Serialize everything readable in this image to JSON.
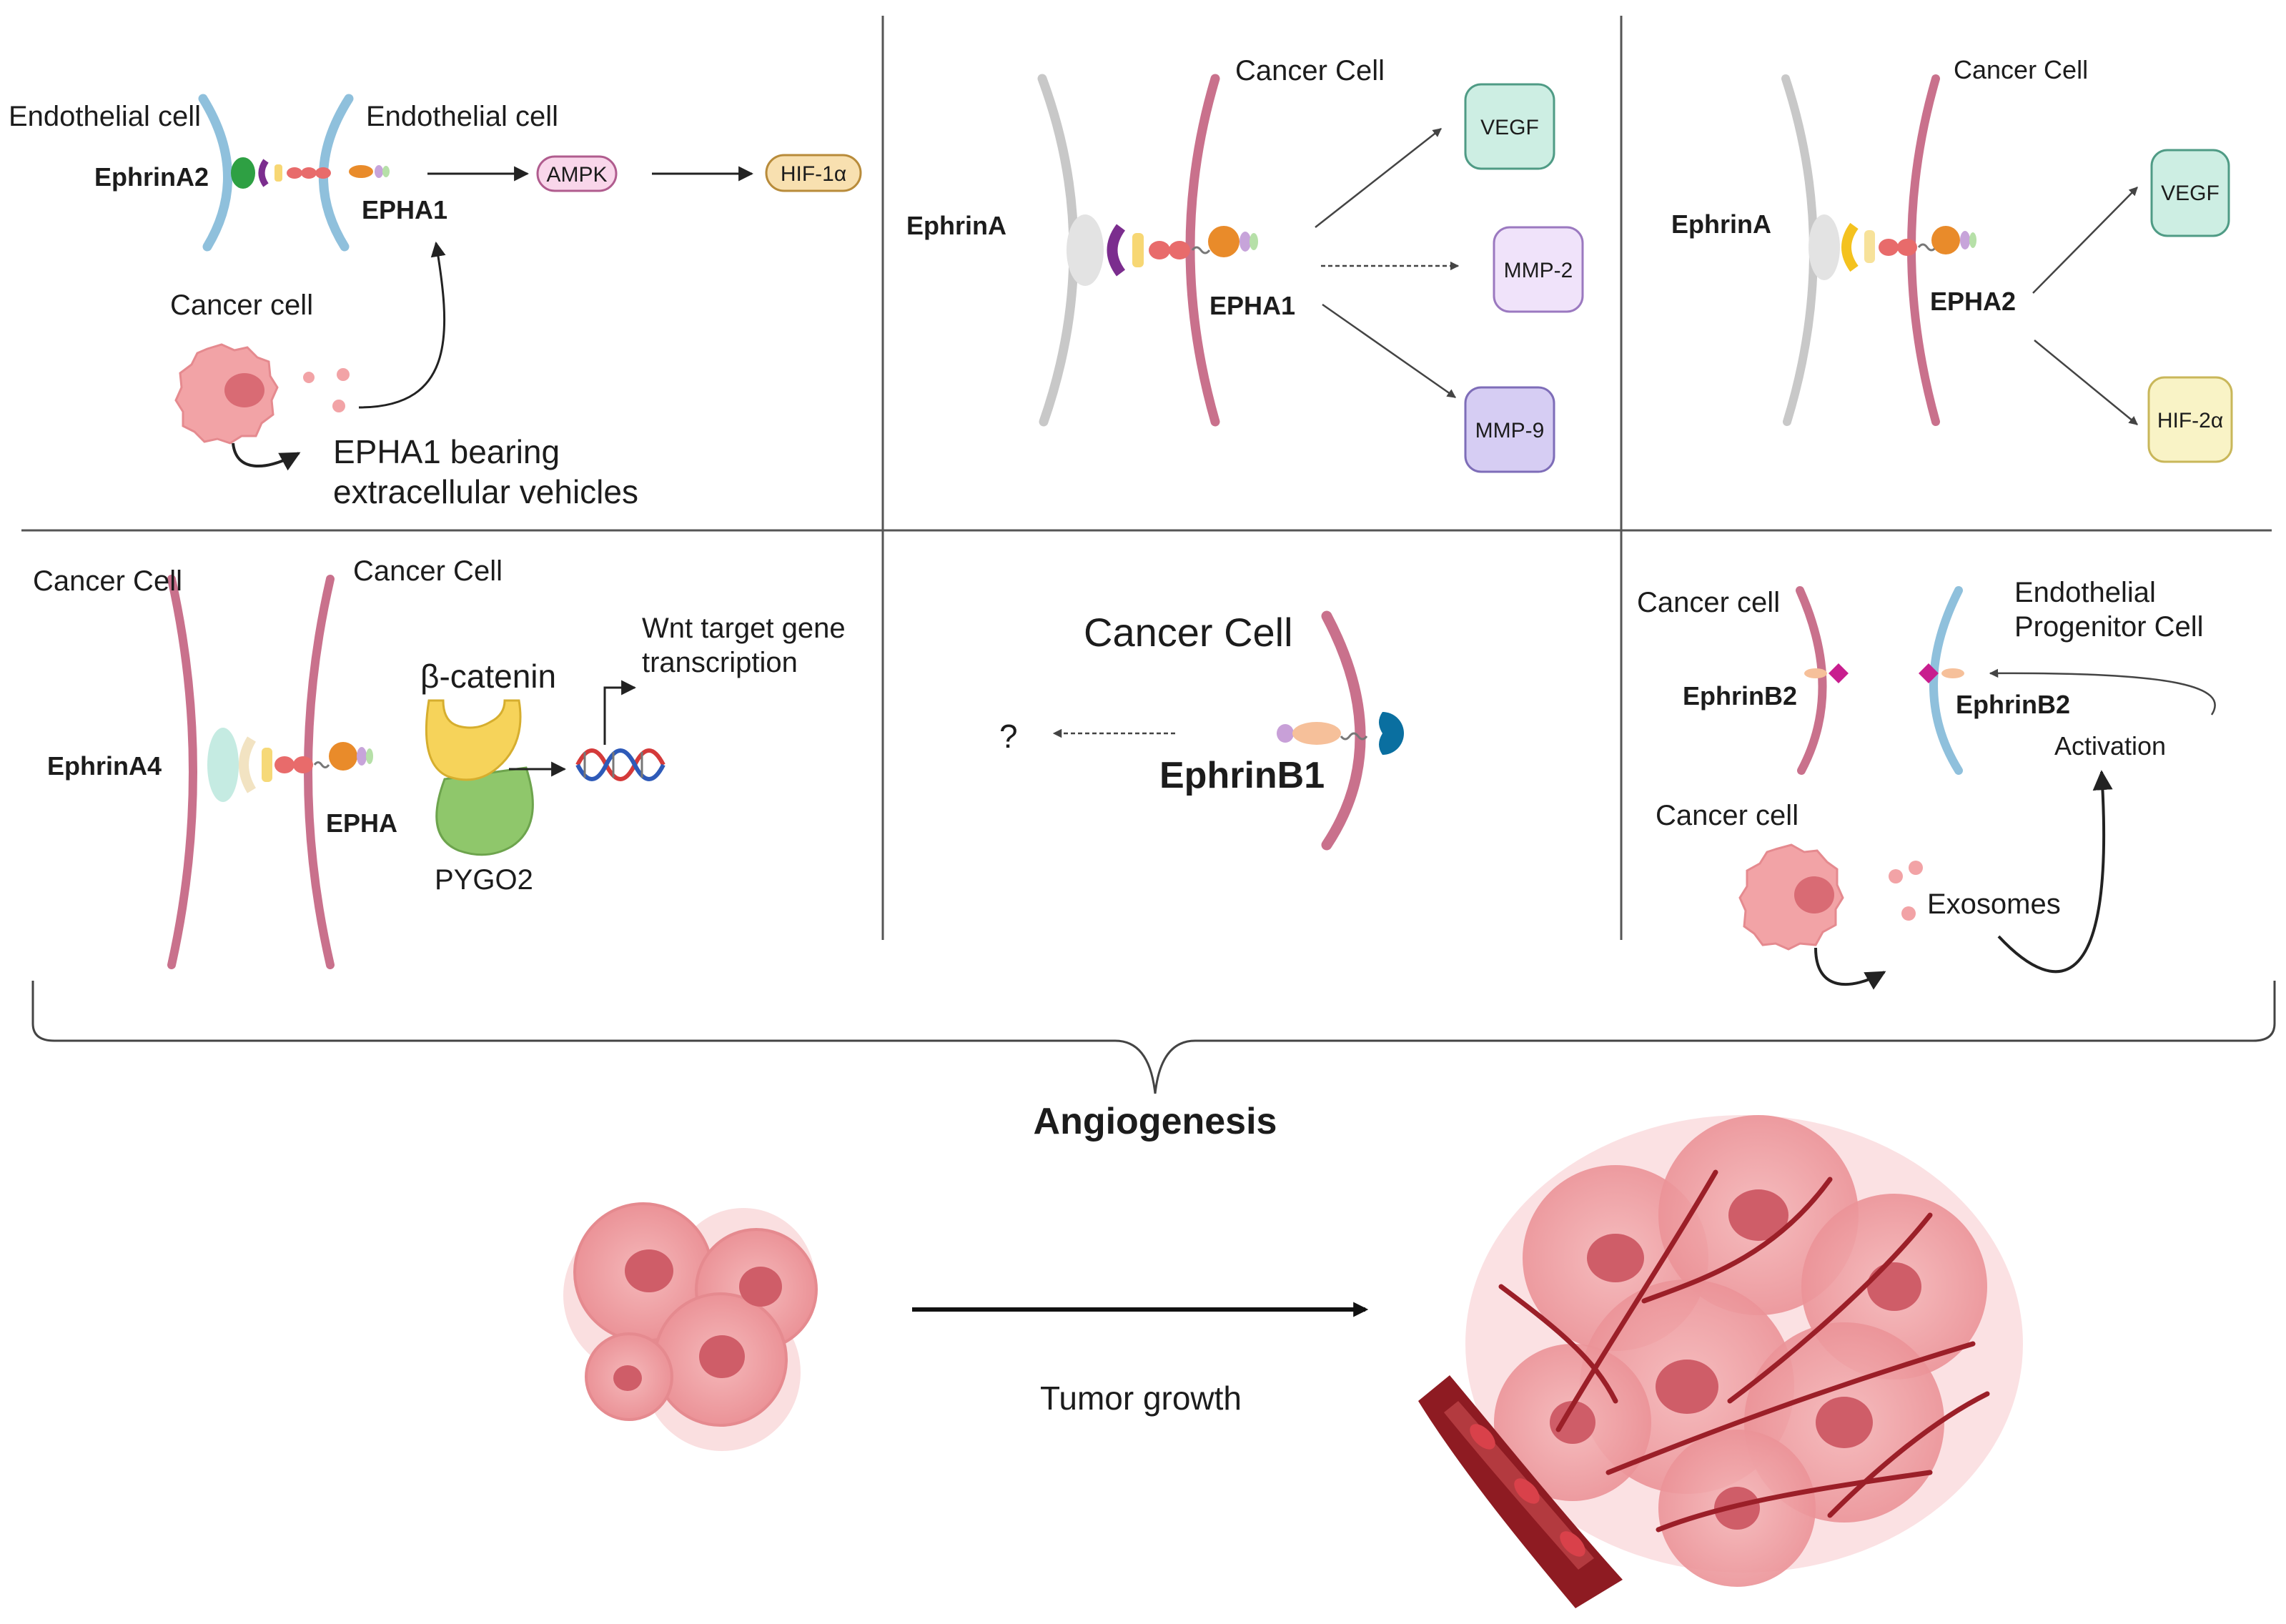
{
  "panels": {
    "p1": {
      "endothelial_left": "Endothelial cell",
      "endothelial_right": "Endothelial cell",
      "ephrin": "EphrinA2",
      "receptor": "EPHA1",
      "ampk": "AMPK",
      "hif": "HIF-1α",
      "cancer_cell": "Cancer cell",
      "ev_line1": "EPHA1 bearing",
      "ev_line2": "extracellular vehicles"
    },
    "p2": {
      "cancer_cell": "Cancer Cell",
      "ephrin": "EphrinA",
      "receptor": "EPHA1",
      "vegf": "VEGF",
      "mmp2": "MMP-2",
      "mmp9": "MMP-9"
    },
    "p3": {
      "cancer_cell": "Cancer Cell",
      "ephrin": "EphrinA",
      "receptor": "EPHA2",
      "vegf": "VEGF",
      "hif": "HIF-2α"
    },
    "p4": {
      "cancer_cell_left": "Cancer Cell",
      "cancer_cell_right": "Cancer Cell",
      "ephrin": "EphrinA4",
      "receptor": "EPHA",
      "beta_catenin": "β-catenin",
      "pygo2": "PYGO2",
      "wnt_line1": "Wnt target gene",
      "wnt_line2": "transcription"
    },
    "p5": {
      "cancer_cell": "Cancer Cell",
      "ligand": "EphrinB1",
      "unknown": "?"
    },
    "p6": {
      "cancer_cell_top": "Cancer cell",
      "epc_line1": "Endothelial",
      "epc_line2": "Progenitor Cell",
      "ephrin_left": "EphrinB2",
      "ephrin_right": "EphrinB2",
      "activation": "Activation",
      "cancer_cell_bottom": "Cancer cell",
      "exosomes": "Exosomes"
    }
  },
  "outcome": {
    "angiogenesis": "Angiogenesis",
    "tumor_growth": "Tumor growth"
  },
  "colors": {
    "endothelial_membrane": "#8fc0dc",
    "cancer_membrane": "#c9718c",
    "grey_membrane": "#c8c8c8",
    "cancer_cell_fill": "#f0a3a6",
    "vessel": "#8e1b22"
  }
}
